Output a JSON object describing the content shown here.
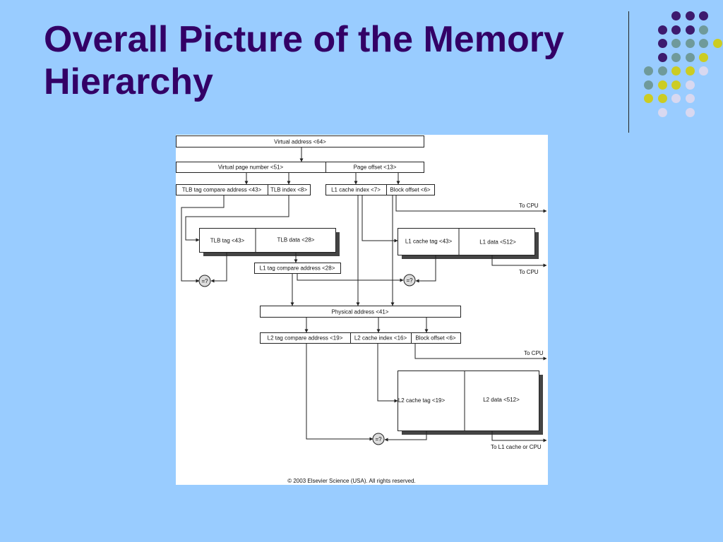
{
  "slide": {
    "title_line1": "Overall Picture of the Memory",
    "title_line2": "Hierarchy"
  },
  "decor": {
    "dot_colors": {
      "purple": "#3d1a6e",
      "teal": "#6f9a9a",
      "yellow": "#cccc22",
      "lavender": "#d8d8f0"
    }
  },
  "diagram": {
    "virtual_address": "Virtual address <64>",
    "virtual_page_number": "Virtual page number <51>",
    "page_offset": "Page offset  <13>",
    "tlb_tag_compare": "TLB tag compare address <43>",
    "tlb_index": "TLB index <8>",
    "l1_cache_index": "L1 cache index <7>",
    "block_offset_1": "Block offset  <6>",
    "to_cpu_1": "To CPU",
    "tlb_tag": "TLB tag <43>",
    "tlb_data": "TLB data <28>",
    "l1_cache_tag": "L1 cache tag <43>",
    "l1_data": "L1 data <512>",
    "to_cpu_2": "To CPU",
    "l1_tag_compare": "L1 tag compare address <28>",
    "compare_symbol": "=?",
    "physical_address": "Physical address <41>",
    "l2_tag_compare": "L2 tag compare address <19>",
    "l2_cache_index": "L2 cache index <16>",
    "block_offset_2": "Block offset  <6>",
    "to_cpu_3": "To CPU",
    "l2_cache_tag": "L2 cache tag <19>",
    "l2_data": "L2 data <512>",
    "to_l1_or_cpu": "To L1 cache or CPU",
    "copyright": "© 2003 Elsevier Science (USA). All rights reserved."
  }
}
